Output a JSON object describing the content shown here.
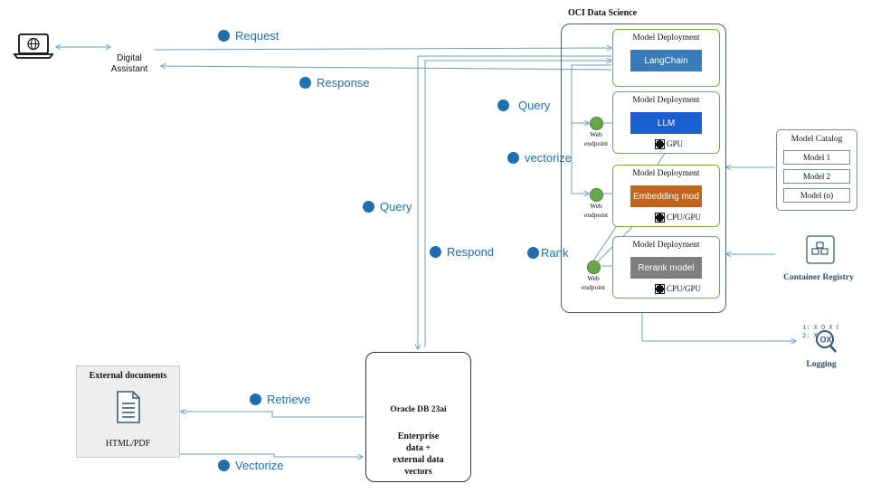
{
  "client": {
    "label_line1": "Digital",
    "label_line2": "Assistant"
  },
  "steps": {
    "request": "Request",
    "response": "Response",
    "query_top": "Query",
    "vectorize_mid": "vectorize",
    "query_left": "Query",
    "respond": "Respond",
    "rank": "Rank",
    "retrieve": "Retrieve",
    "vectorize_bottom": "Vectorize"
  },
  "oci": {
    "title": "OCI Data Science",
    "deployments": [
      {
        "title": "Model Deployment",
        "model": "LangChain",
        "color": "#3a7ab8",
        "hardware": ""
      },
      {
        "title": "Model Deployment",
        "model": "LLM",
        "color": "#1a5fcf",
        "hardware": "GPU"
      },
      {
        "title": "Model Deployment",
        "model": "Embedding mod",
        "color": "#c0651b",
        "hardware": "CPU/GPU"
      },
      {
        "title": "Model Deployment",
        "model": "Rerank model",
        "color": "#7f7f7f",
        "hardware": "CPU/GPU"
      }
    ],
    "endpoint_label_line1": "Web",
    "endpoint_label_line2": "endpoint"
  },
  "model_catalog": {
    "title": "Model Catalog",
    "items": [
      "Model 1",
      "Model 2",
      "Model (n)"
    ]
  },
  "container_registry": {
    "label": "Container Registry"
  },
  "logging": {
    "label": "Logging",
    "icon_text_1": "1: X O X O X",
    "icon_text_2": "2: X O"
  },
  "database": {
    "title": "Oracle DB 23ai",
    "body_line1": "Enterprise",
    "body_line2": "data +",
    "body_line3": "external data",
    "body_line4": "vectors"
  },
  "external_docs": {
    "title": "External documents",
    "format": "HTML/PDF"
  },
  "colors": {
    "arrow": "#6a9ec8",
    "step": "#1f6fae",
    "deployment_border": "#76b043"
  }
}
